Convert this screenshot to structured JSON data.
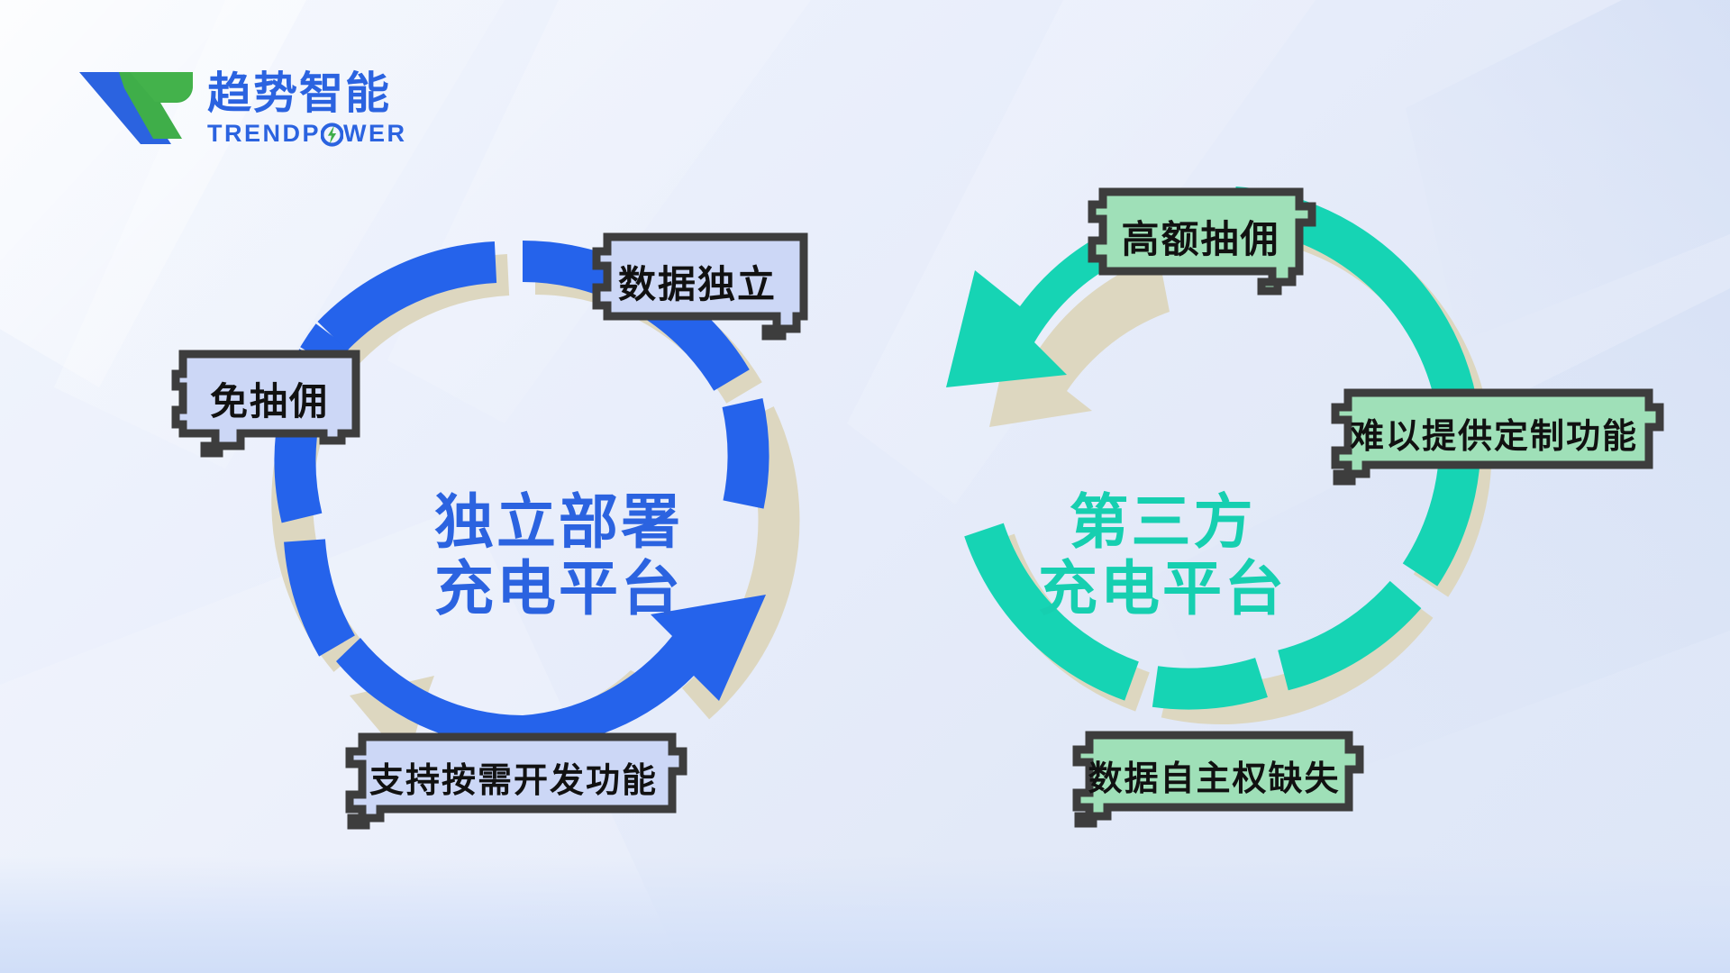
{
  "brand": {
    "logo_mark": "trendpower-v-logo",
    "name_cn": "趋势智能",
    "name_en_part1": "TRENDP",
    "name_en_part2": "WER",
    "bolt_icon": "lightning-bolt-icon",
    "color_blue": "#2b63e0",
    "color_green": "#3fae49"
  },
  "colors": {
    "blue_ring": "#2563eb",
    "teal_ring": "#16d4b4",
    "ring_shadow": "#ddd7c0",
    "bubble_blue_fill": "#ccd7f6",
    "bubble_green_fill": "#9fe0b8",
    "bubble_border": "#3d3d3d",
    "background": "#e9eefb"
  },
  "left_cycle": {
    "title": "独立部署\n充电平台",
    "ring_color": "#2563eb",
    "labels": [
      {
        "id": "free-commission",
        "text": "免抽佣"
      },
      {
        "id": "data-independent",
        "text": "数据独立"
      },
      {
        "id": "on-demand-dev",
        "text": "支持按需开发功能"
      }
    ]
  },
  "right_cycle": {
    "title": "第三方\n充电平台",
    "ring_color": "#16d4b4",
    "labels": [
      {
        "id": "high-commission",
        "text": "高额抽佣"
      },
      {
        "id": "hard-custom",
        "text": "难以提供定制功能"
      },
      {
        "id": "data-sovereignty-loss",
        "text": "数据自主权缺失"
      }
    ]
  }
}
